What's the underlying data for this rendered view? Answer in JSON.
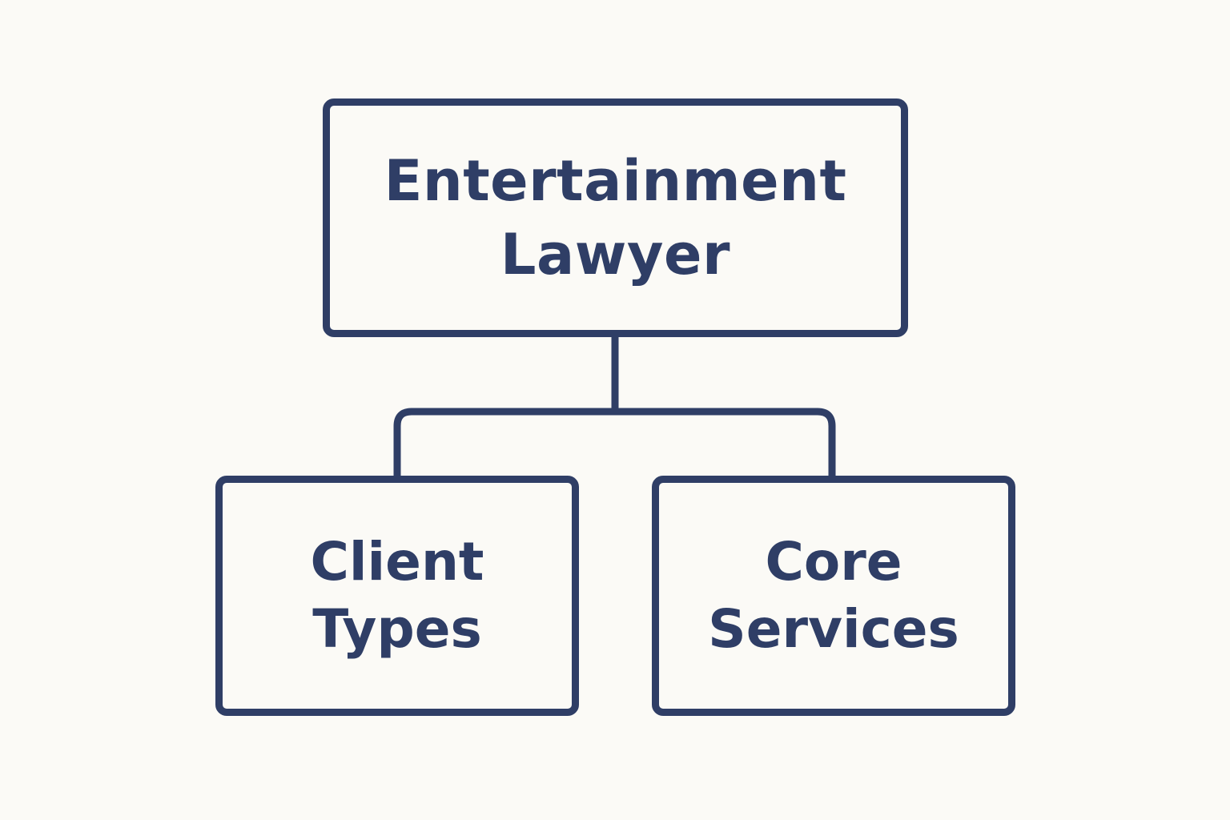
{
  "diagram": {
    "colors": {
      "background": "#fbfaf6",
      "stroke": "#2f3e66",
      "text": "#2f3e66"
    },
    "root": {
      "line1": "Entertainment",
      "line2": "Lawyer"
    },
    "children": [
      {
        "line1": "Client",
        "line2": "Types"
      },
      {
        "line1": "Core",
        "line2": "Services"
      }
    ]
  }
}
